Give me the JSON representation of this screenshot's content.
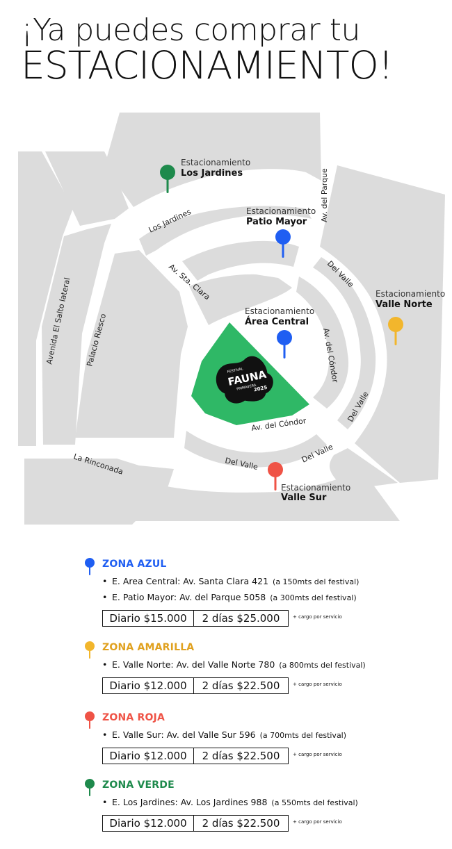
{
  "heading": {
    "line1": "¡Ya puedes comprar tu",
    "line2": "ESTACIONAMIENTO!"
  },
  "map": {
    "colors": {
      "block": "#dcdcdc",
      "festival": "#2fb866",
      "road": "#ffffff"
    },
    "festival_logo": {
      "line1": "FESTIVAL",
      "line2": "FAUNA",
      "line3": "PRIMAVERA",
      "line4": "2025"
    },
    "roads": [
      "Los Jardines",
      "Av. del Parque",
      "Av. Sta. Clara",
      "Del Valle",
      "Av. del Cóndor",
      "Del Valle",
      "Avenida El Salto lateral",
      "Palacio Riesco",
      "La Rinconada",
      "Av. del Cóndor",
      "Del Valle",
      "Del Valle"
    ],
    "lots": [
      {
        "prefix": "Estacionamiento",
        "name": "Los Jardines",
        "color": "#1e8a4c",
        "icon": "map-pin-icon"
      },
      {
        "prefix": "Estacionamiento",
        "name": "Patio Mayor",
        "color": "#1f5ef2",
        "icon": "map-pin-icon"
      },
      {
        "prefix": "Estacionamiento",
        "name": "Valle Norte",
        "color": "#f2b62c",
        "icon": "map-pin-icon"
      },
      {
        "prefix": "Estacionamiento",
        "name": "Área Central",
        "color": "#1f5ef2",
        "icon": "map-pin-icon"
      },
      {
        "prefix": "Estacionamiento",
        "name": "Valle Sur",
        "color": "#ef5346",
        "icon": "map-pin-icon"
      }
    ]
  },
  "zones": [
    {
      "title": "ZONA AZUL",
      "color": "#1f5ef2",
      "items": [
        {
          "text": "E. Area Central: Av. Santa Clara 421",
          "distance": "(a 150mts del festival)"
        },
        {
          "text": "E. Patio Mayor: Av. del Parque 5058",
          "distance": "(a 300mts del festival)"
        }
      ],
      "daily": "Diario $15.000",
      "two_days": "2 días $25.000",
      "fee": "+ cargo por servicio"
    },
    {
      "title": "ZONA AMARILLA",
      "color": "#e0a11f",
      "items": [
        {
          "text": "E. Valle Norte: Av. del Valle Norte 780",
          "distance": "(a 800mts del festival)"
        }
      ],
      "daily": "Diario $12.000",
      "two_days": "2 días $22.500",
      "fee": "+ cargo por servicio"
    },
    {
      "title": "ZONA ROJA",
      "color": "#ef5346",
      "items": [
        {
          "text": "E. Valle Sur: Av. del Valle Sur 596",
          "distance": "(a 700mts del festival)"
        }
      ],
      "daily": "Diario $12.000",
      "two_days": "2 días $22.500",
      "fee": "+ cargo por servicio"
    },
    {
      "title": "ZONA VERDE",
      "color": "#1e8a4c",
      "items": [
        {
          "text": "E. Los Jardines: Av. Los Jardines 988",
          "distance": "(a 550mts del festival)"
        }
      ],
      "daily": "Diario $12.000",
      "two_days": "2 días $22.500",
      "fee": "+ cargo por servicio"
    }
  ]
}
